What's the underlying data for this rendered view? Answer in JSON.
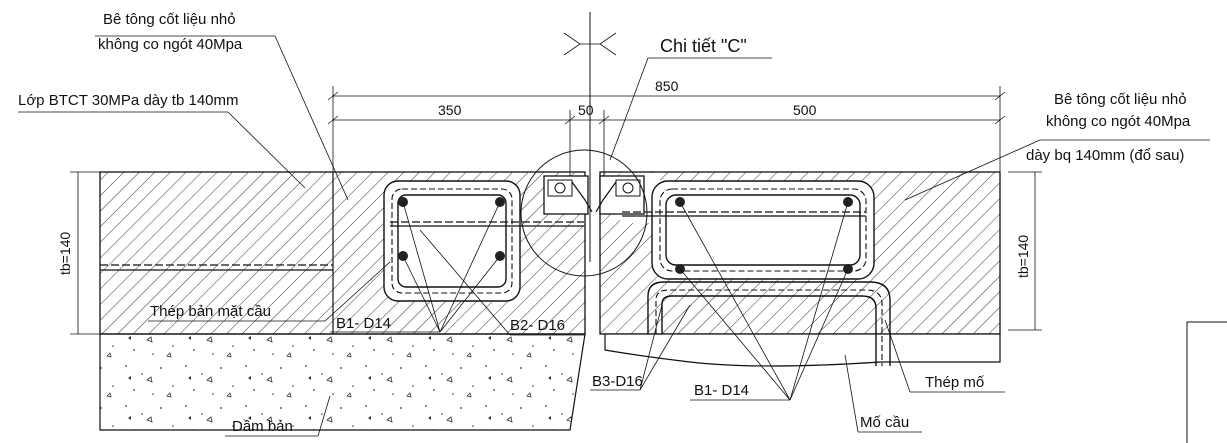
{
  "labels": {
    "concrete_top_line1": "Bê tông cốt liệu nhỏ",
    "concrete_top_line2": "không co ngót 40Mpa",
    "slab_layer": "Lớp BTCT 30MPa dày tb 140mm",
    "detail_c": "Chi tiết \"C\"",
    "concrete_right_line1": "Bê tông cốt liệu nhỏ",
    "concrete_right_line2": "không co ngót 40Mpa",
    "concrete_right_line3": "dày bq 140mm (đổ sau)",
    "deck_steel": "Thép bản mặt cầu",
    "rebar_b1_left": "B1- D14",
    "rebar_b2": "B2- D16",
    "rebar_b3": "B3-D16",
    "rebar_b1_right": "B1- D14",
    "abutment_steel": "Thép mố",
    "abutment": "Mố cầu",
    "slab_beam": "Dầm bản"
  },
  "dimensions": {
    "total": "850",
    "left": "350",
    "gap": "50",
    "right": "500",
    "thickness_left": "tb=140",
    "thickness_right": "tb=140"
  }
}
